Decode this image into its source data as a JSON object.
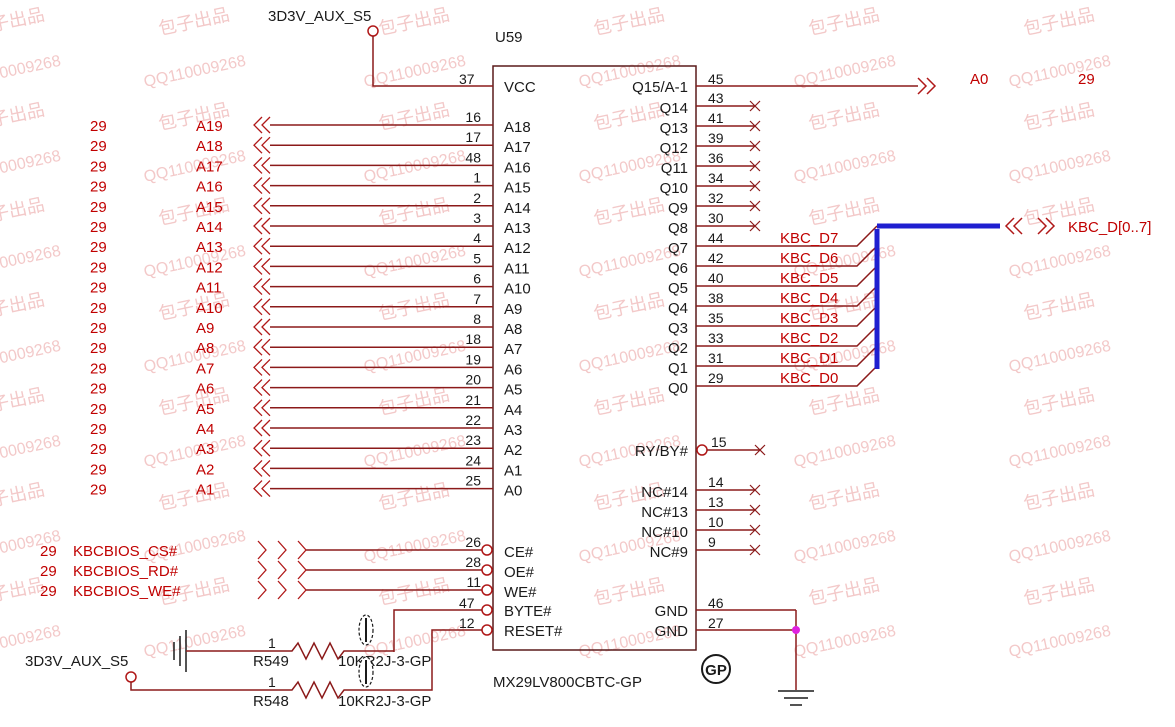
{
  "chip": {
    "ref": "U59",
    "part": "MX29LV800CBTC-GP",
    "gp_mark": "GP"
  },
  "power": {
    "top_label": "3D3V_AUX_S5",
    "bottom_label": "3D3V_AUX_S5"
  },
  "vcc_pin": {
    "name": "VCC",
    "num": "37"
  },
  "left_pins": [
    {
      "num": "16",
      "name": "A18",
      "page": "29",
      "net": "A19"
    },
    {
      "num": "17",
      "name": "A17",
      "page": "29",
      "net": "A18"
    },
    {
      "num": "48",
      "name": "A16",
      "page": "29",
      "net": "A17"
    },
    {
      "num": "1",
      "name": "A15",
      "page": "29",
      "net": "A16"
    },
    {
      "num": "2",
      "name": "A14",
      "page": "29",
      "net": "A15"
    },
    {
      "num": "3",
      "name": "A13",
      "page": "29",
      "net": "A14"
    },
    {
      "num": "4",
      "name": "A12",
      "page": "29",
      "net": "A13"
    },
    {
      "num": "5",
      "name": "A11",
      "page": "29",
      "net": "A12"
    },
    {
      "num": "6",
      "name": "A10",
      "page": "29",
      "net": "A11"
    },
    {
      "num": "7",
      "name": "A9",
      "page": "29",
      "net": "A10"
    },
    {
      "num": "8",
      "name": "A8",
      "page": "29",
      "net": "A9"
    },
    {
      "num": "18",
      "name": "A7",
      "page": "29",
      "net": "A8"
    },
    {
      "num": "19",
      "name": "A6",
      "page": "29",
      "net": "A7"
    },
    {
      "num": "20",
      "name": "A5",
      "page": "29",
      "net": "A6"
    },
    {
      "num": "21",
      "name": "A4",
      "page": "29",
      "net": "A5"
    },
    {
      "num": "22",
      "name": "A3",
      "page": "29",
      "net": "A4"
    },
    {
      "num": "23",
      "name": "A2",
      "page": "29",
      "net": "A3"
    },
    {
      "num": "24",
      "name": "A1",
      "page": "29",
      "net": "A2"
    },
    {
      "num": "25",
      "name": "A0",
      "page": "29",
      "net": "A1"
    }
  ],
  "control_pins": [
    {
      "num": "26",
      "name": "CE#",
      "page": "29",
      "net": "KBCBIOS_CS#"
    },
    {
      "num": "28",
      "name": "OE#",
      "page": "29",
      "net": "KBCBIOS_RD#"
    },
    {
      "num": "11",
      "name": "WE#",
      "page": "29",
      "net": "KBCBIOS_WE#"
    }
  ],
  "byte_pin": {
    "num": "47",
    "name": "BYTE#"
  },
  "reset_pin": {
    "num": "12",
    "name": "RESET#"
  },
  "q15": {
    "num": "45",
    "name": "Q15/A-1",
    "net": "A0",
    "page": "29"
  },
  "q_nc": [
    {
      "num": "43",
      "name": "Q14"
    },
    {
      "num": "41",
      "name": "Q13"
    },
    {
      "num": "39",
      "name": "Q12"
    },
    {
      "num": "36",
      "name": "Q11"
    },
    {
      "num": "34",
      "name": "Q10"
    },
    {
      "num": "32",
      "name": "Q9"
    },
    {
      "num": "30",
      "name": "Q8"
    }
  ],
  "q_data": [
    {
      "num": "44",
      "name": "Q7",
      "net": "KBC_D7"
    },
    {
      "num": "42",
      "name": "Q6",
      "net": "KBC_D6"
    },
    {
      "num": "40",
      "name": "Q5",
      "net": "KBC_D5"
    },
    {
      "num": "38",
      "name": "Q4",
      "net": "KBC_D4"
    },
    {
      "num": "35",
      "name": "Q3",
      "net": "KBC_D3"
    },
    {
      "num": "33",
      "name": "Q2",
      "net": "KBC_D2"
    },
    {
      "num": "31",
      "name": "Q1",
      "net": "KBC_D1"
    },
    {
      "num": "29",
      "name": "Q0",
      "net": "KBC_D0"
    }
  ],
  "bus_label": "KBC_D[0..7]",
  "rdy": {
    "num": "15",
    "name": "RY/BY#"
  },
  "nc_pins": [
    {
      "num": "14",
      "name": "NC#14"
    },
    {
      "num": "13",
      "name": "NC#13"
    },
    {
      "num": "10",
      "name": "NC#10"
    },
    {
      "num": "9",
      "name": "NC#9"
    }
  ],
  "gnd_pins": [
    {
      "num": "46",
      "name": "GND"
    },
    {
      "num": "27",
      "name": "GND"
    }
  ],
  "resistors": [
    {
      "ref": "R549",
      "pin": "1",
      "value": "10KR2J-3-GP"
    },
    {
      "ref": "R548",
      "pin": "1",
      "value": "10KR2J-3-GP"
    }
  ],
  "watermark": {
    "cn": "包子出品",
    "qq": "QQ110009268"
  },
  "colors": {
    "wire": "#8b1a1a",
    "text": "#c00000",
    "label": "#1a1a1a",
    "bus": "#1f1fd0",
    "junction": "#e020e0"
  }
}
